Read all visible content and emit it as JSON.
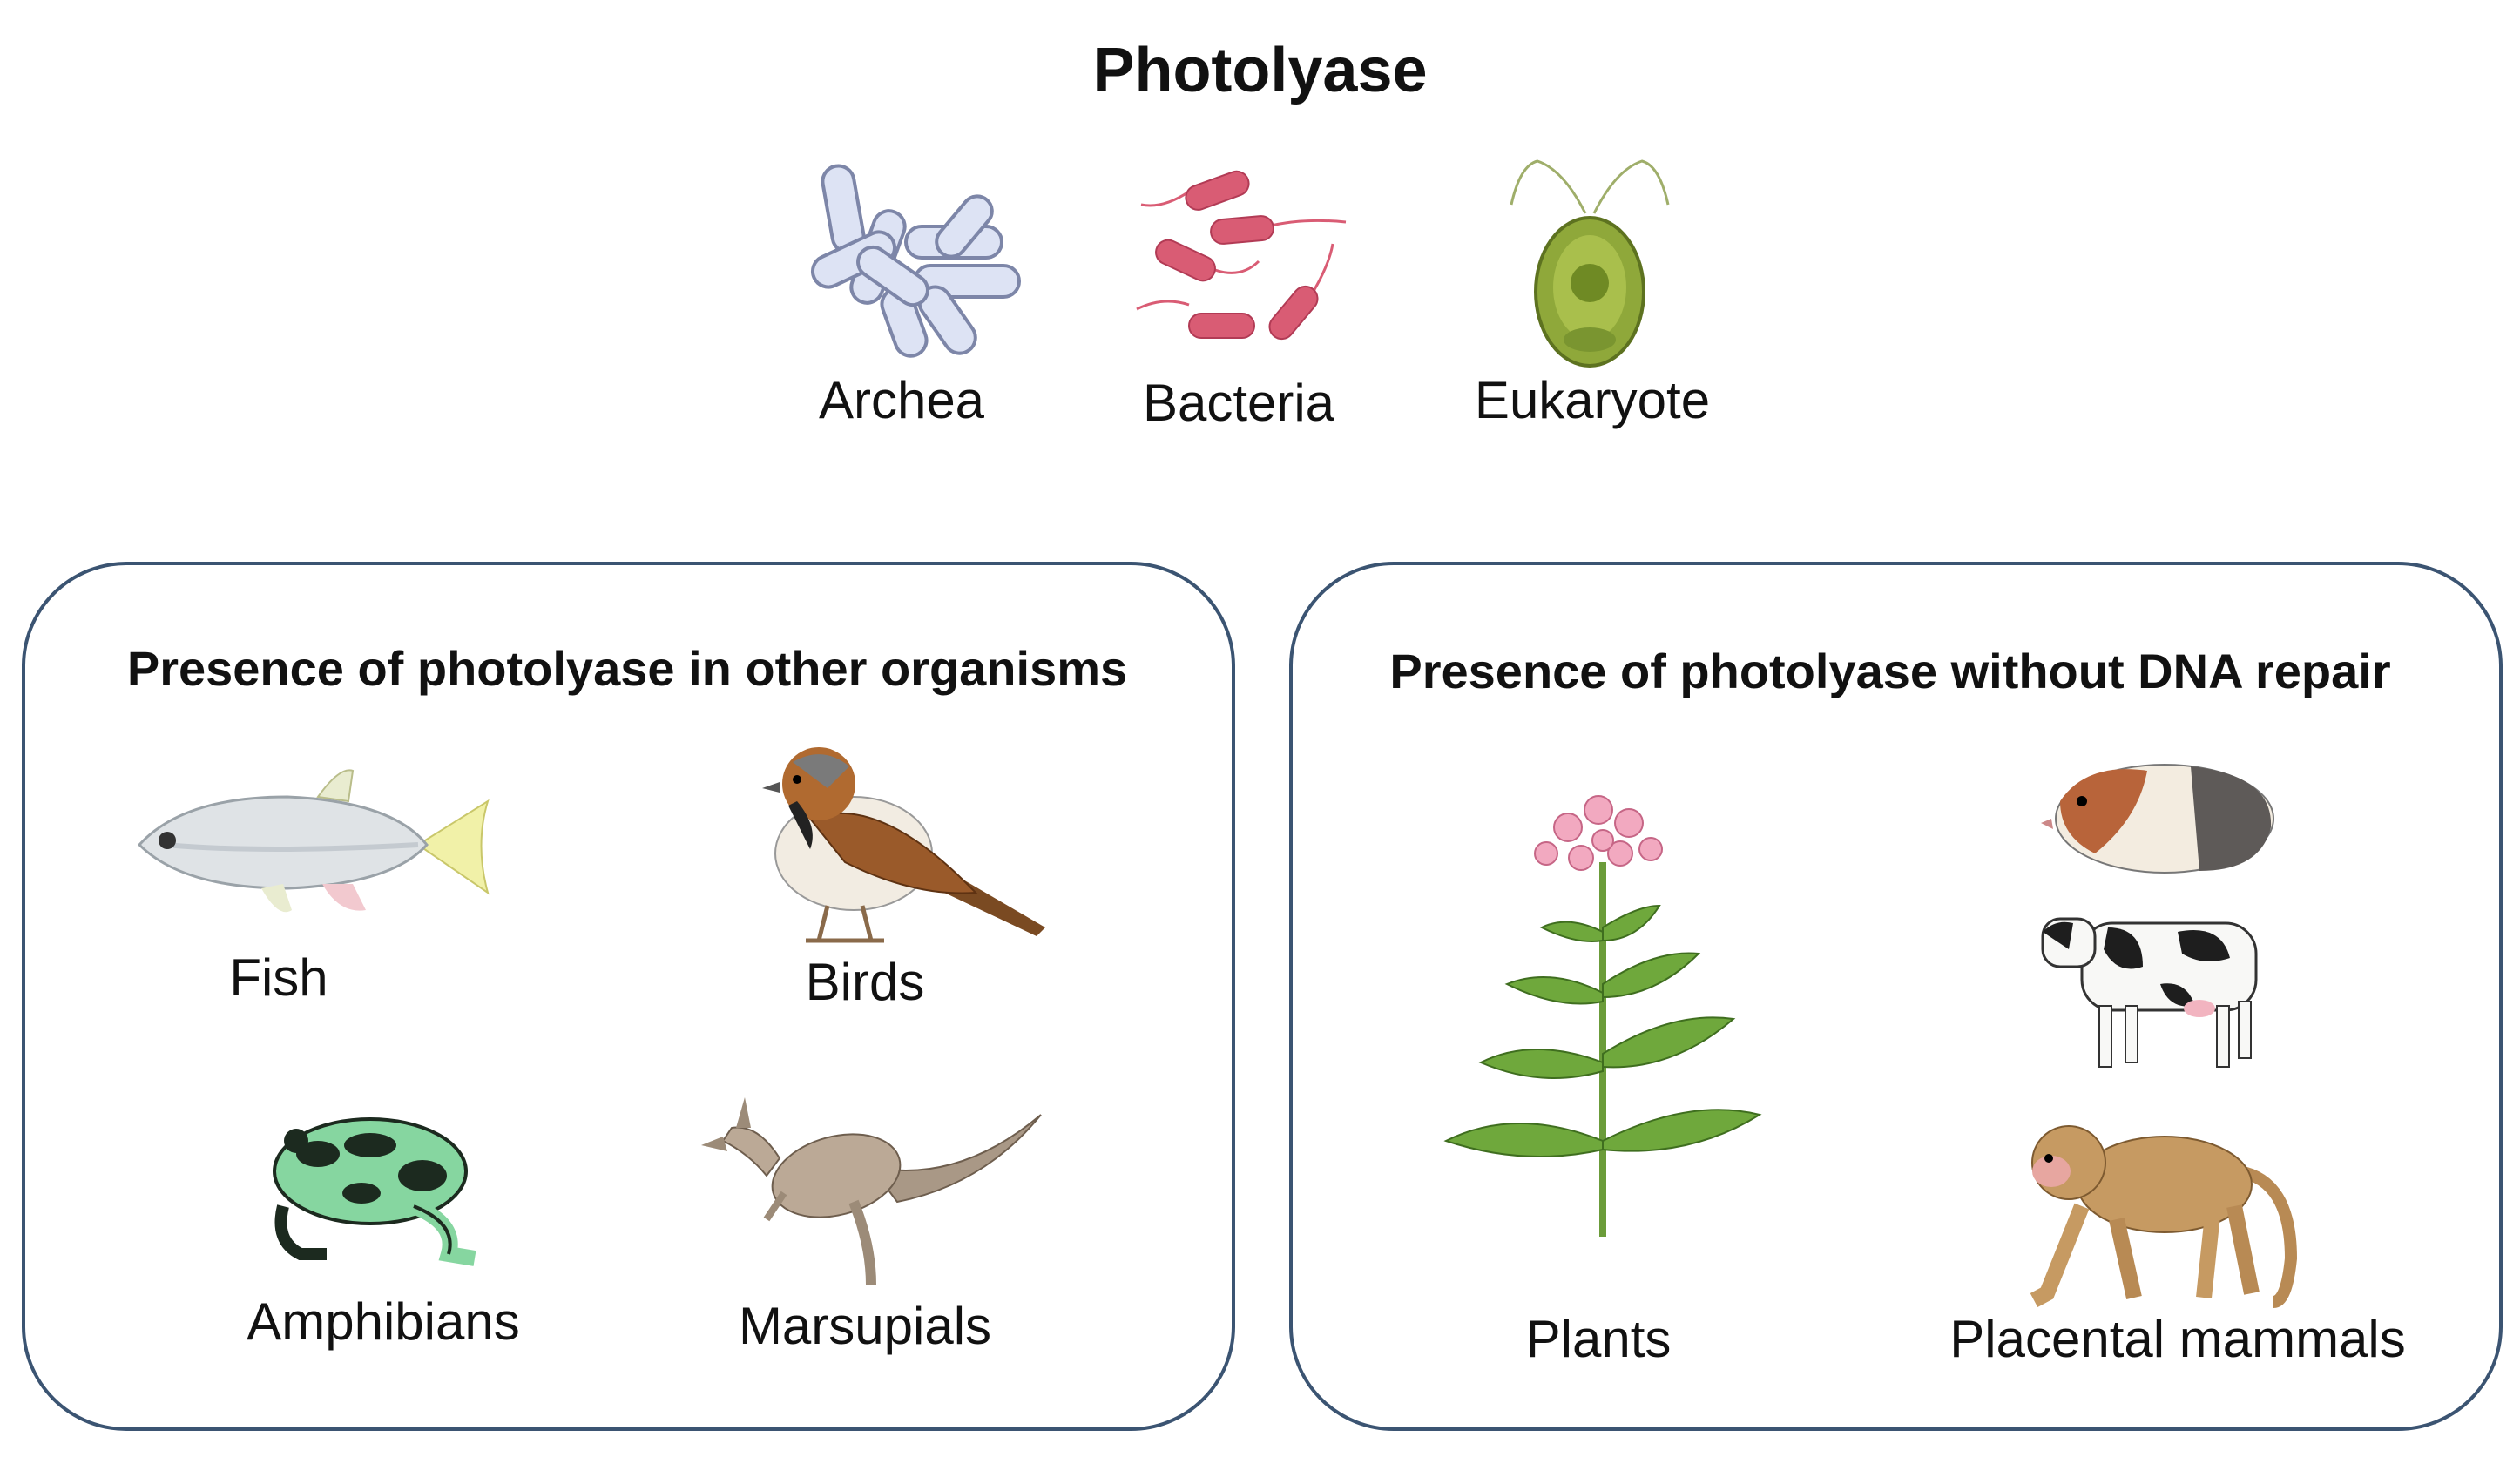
{
  "title": "Photolyase",
  "top_groups": [
    {
      "label": "Archea",
      "icon": "archaea-icon",
      "color": "#dde3f4"
    },
    {
      "label": "Bacteria",
      "icon": "bacteria-icon",
      "color": "#d95c74"
    },
    {
      "label": "Eukaryote",
      "icon": "green-alga-icon",
      "color": "#8fa83a"
    }
  ],
  "left_panel": {
    "title": "Presence of photolyase in other organisms",
    "items": [
      {
        "label": "Fish",
        "icon": "fish-icon"
      },
      {
        "label": "Birds",
        "icon": "sparrow-icon"
      },
      {
        "label": "Amphibians",
        "icon": "frog-icon"
      },
      {
        "label": "Marsupials",
        "icon": "kangaroo-icon"
      }
    ]
  },
  "right_panel": {
    "title": "Presence of photolyase without DNA repair",
    "items": [
      {
        "label": "Plants",
        "icon": "flowering-plant-icon"
      },
      {
        "label": "Placental mammals",
        "icons": [
          "guinea-pig-icon",
          "cow-icon",
          "monkey-icon"
        ]
      }
    ]
  },
  "colors": {
    "panel_border": "#3b5472"
  }
}
